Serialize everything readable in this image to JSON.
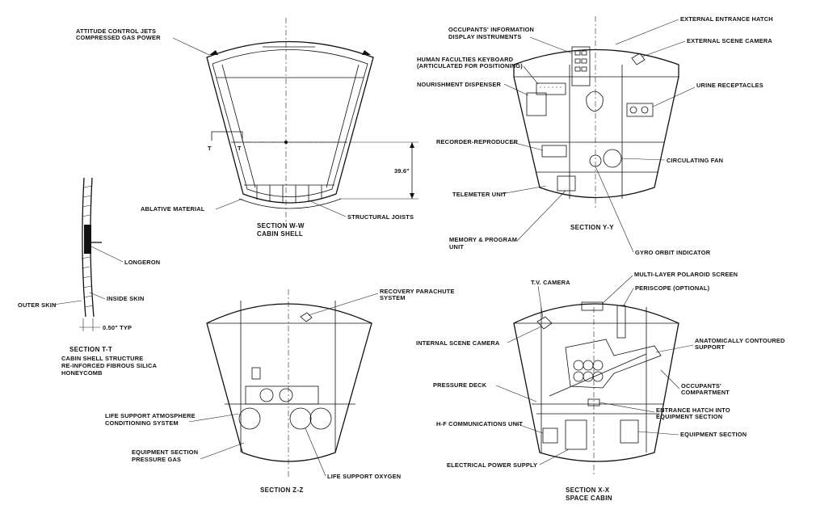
{
  "shell": {
    "attitude_jets_1": "ATTITUDE CONTROL JETS",
    "attitude_jets_2": "COMPRESSED GAS POWER",
    "ablative": "ABLATIVE MATERIAL",
    "joists": "STRUCTURAL JOISTS",
    "dimension": "39.6\"",
    "section_mark": "T",
    "caption_1": "SECTION W-W",
    "caption_2": "CABIN SHELL"
  },
  "detail": {
    "longeron": "LONGERON",
    "outer_skin": "OUTER SKIN",
    "inside_skin": "INSIDE SKIN",
    "thickness": "0.50\" TYP",
    "caption_1": "SECTION T-T",
    "caption_2": "CABIN SHELL STRUCTURE",
    "caption_3": "RE-INFORCED FIBROUS SILICA",
    "caption_4": "HONEYCOMB"
  },
  "section_y": {
    "display_1": "OCCUPANTS' INFORMATION",
    "display_2": "DISPLAY INSTRUMENTS",
    "keyboard_1": "HUMAN FACULTIES KEYBOARD",
    "keyboard_2": "(ARTICULATED FOR POSITIONING)",
    "nourishment": "NOURISHMENT DISPENSER",
    "recorder": "RECORDER-REPRODUCER",
    "telemeter": "TELEMETER UNIT",
    "memory_1": "MEMORY & PROGRAM",
    "memory_2": "UNIT",
    "hatch": "EXTERNAL ENTRANCE HATCH",
    "scene_camera": "EXTERNAL SCENE CAMERA",
    "urine": "URINE RECEPTACLES",
    "fan": "CIRCULATING FAN",
    "gyro": "GYRO ORBIT INDICATOR",
    "caption": "SECTION Y-Y"
  },
  "section_z": {
    "parachute_1": "RECOVERY PARACHUTE",
    "parachute_2": "SYSTEM",
    "atmosphere_1": "LIFE SUPPORT ATMOSPHERE",
    "atmosphere_2": "CONDITIONING SYSTEM",
    "gas_1": "EQUIPMENT SECTION",
    "gas_2": "PRESSURE GAS",
    "oxygen": "LIFE SUPPORT OXYGEN",
    "caption": "SECTION Z-Z"
  },
  "section_x": {
    "tv": "T.V. CAMERA",
    "polaroid": "MULTI-LAYER POLAROID SCREEN",
    "periscope": "PERISCOPE (OPTIONAL)",
    "internal_camera": "INTERNAL SCENE CAMERA",
    "support_1": "ANATOMICALLY CONTOURED",
    "support_2": "SUPPORT",
    "deck": "PRESSURE DECK",
    "compartment_1": "OCCUPANTS'",
    "compartment_2": "COMPARTMENT",
    "entrance_1": "ENTRANCE HATCH INTO",
    "entrance_2": "EQUIPMENT SECTION",
    "equipment": "EQUIPMENT SECTION",
    "hf": "H-F COMMUNICATIONS UNIT",
    "power": "ELECTRICAL POWER SUPPLY",
    "caption_1": "SECTION X-X",
    "caption_2": "SPACE CABIN"
  }
}
